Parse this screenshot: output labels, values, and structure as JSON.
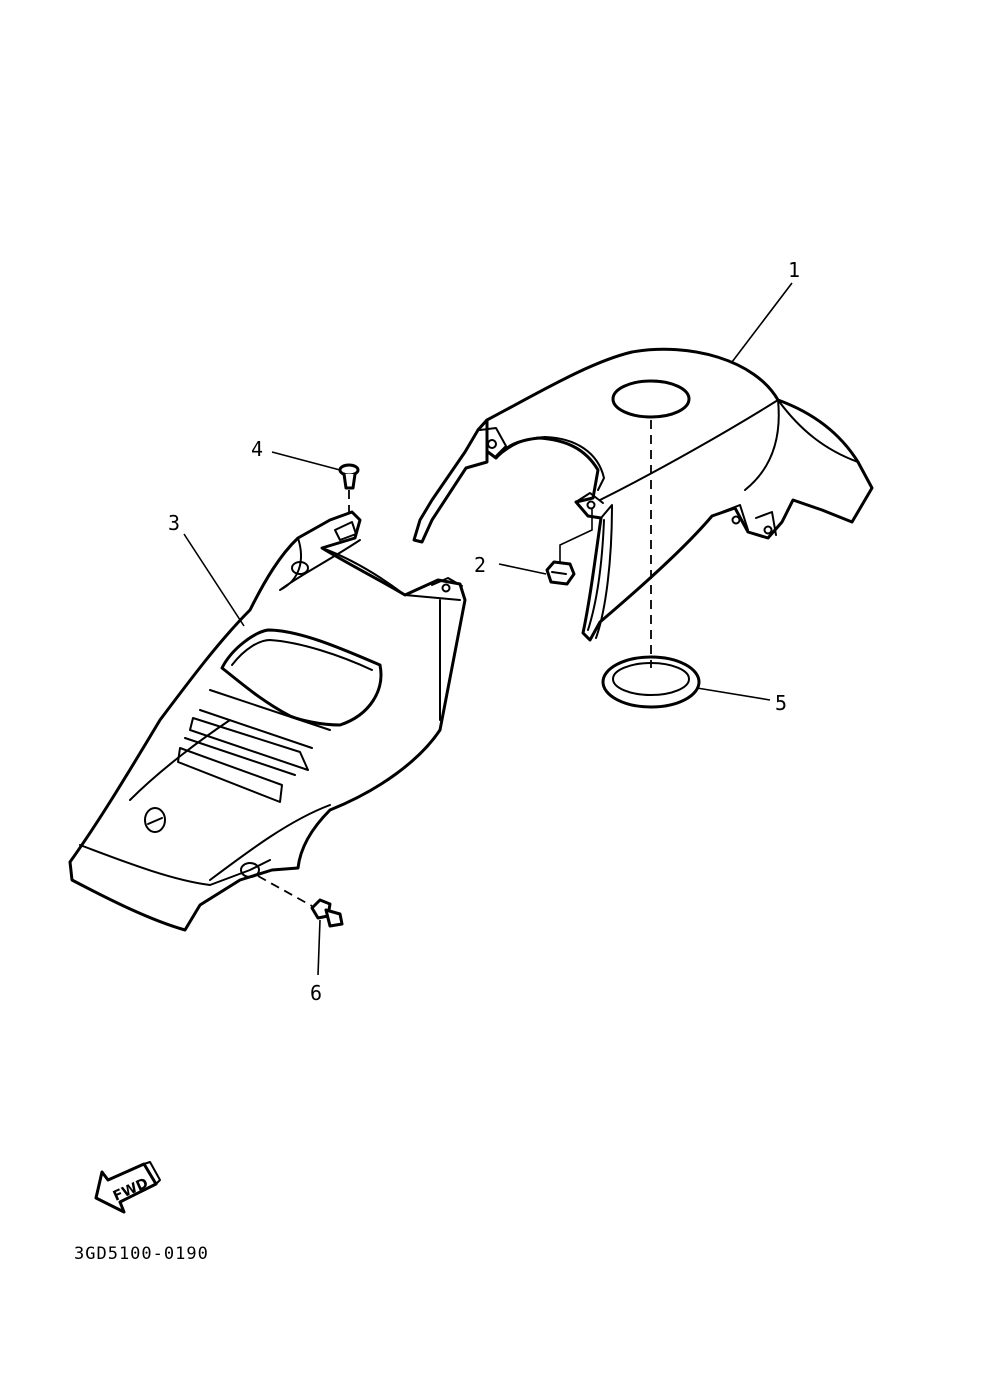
{
  "diagram": {
    "callouts": [
      {
        "id": "1",
        "label": "1"
      },
      {
        "id": "2",
        "label": "2"
      },
      {
        "id": "3",
        "label": "3"
      },
      {
        "id": "4",
        "label": "4"
      },
      {
        "id": "5",
        "label": "5"
      },
      {
        "id": "6",
        "label": "6"
      }
    ],
    "fwd_label": "FWD",
    "code": "3GD5100-0190"
  }
}
